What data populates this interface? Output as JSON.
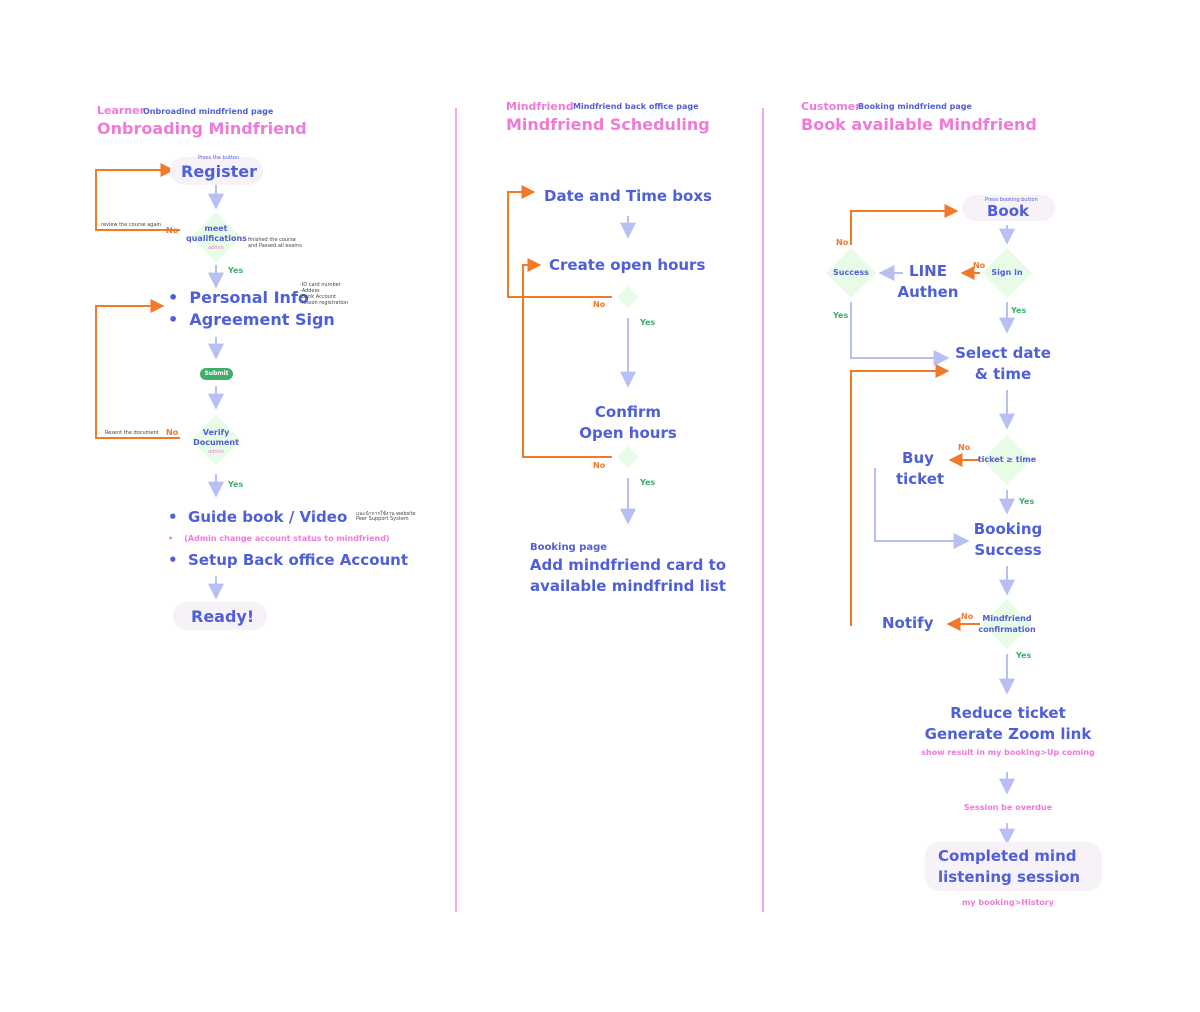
{
  "lanes": {
    "learner": {
      "role": "Learner",
      "page": "Onbroadind mindfriend page",
      "title": "Onbroading Mindfriend",
      "press_hint": "Press the button",
      "register": "Register",
      "decision_1": [
        "meet",
        "qualifications"
      ],
      "decision_1_admin": "admin",
      "decision_1_note": [
        "finished the course",
        "and Passed all exams"
      ],
      "review_note": "review the course again",
      "no": "No",
      "yes": "Yes",
      "personal_info": "Personal Info",
      "agreement": "Agreement Sign",
      "info_notes": [
        "-ID card number",
        "-Addess",
        "-Bank Account",
        "-lesson registration"
      ],
      "submit": "Submit",
      "decision_2": [
        "Verify",
        "Document"
      ],
      "decision_2_admin": "admin",
      "resent_note": "Resent the document",
      "guide": "Guide book / Video",
      "guide_notes": [
        "แนะนำการใช้งาน website",
        "Peer Support System"
      ],
      "admin_change": "(Admin change account status to mindfriend)",
      "setup": "Setup Back office Account",
      "ready": "Ready!"
    },
    "mindfriend": {
      "role": "Mindfriend",
      "page": "Mindfriend back office page",
      "title": "Mindfriend Scheduling",
      "date_time": "Date and Time boxs",
      "create_open": "Create open hours",
      "no": "No",
      "yes": "Yes",
      "confirm": [
        "Confirm",
        "Open hours"
      ],
      "booking_page": "Booking page",
      "add_card": [
        "Add mindfriend card to",
        "available mindfrind list"
      ]
    },
    "customer": {
      "role": "Customer",
      "page": "Booking mindfriend page",
      "title": "Book available Mindfriend",
      "press_hint": "Press booking button",
      "book": "Book",
      "sign_in": "Sign in",
      "line_authen": [
        "LINE",
        "Authen"
      ],
      "success": "Success",
      "no": "No",
      "yes": "Yes",
      "select_date": [
        "Select date",
        "& time"
      ],
      "ticket_check": "ticket ≥ time",
      "buy_ticket": [
        "Buy",
        "ticket"
      ],
      "booking_success": [
        "Booking",
        "Success"
      ],
      "notify": "Notify",
      "mf_confirm": [
        "Mindfriend",
        "confirmation"
      ],
      "reduce": [
        "Reduce ticket",
        "Generate Zoom link"
      ],
      "show_result": "show result in my booking>Up coming",
      "overdue": "Session be overdue",
      "completed": [
        "Completed mind",
        "listening session"
      ],
      "history": "my booking>History"
    }
  },
  "colors": {
    "blue": "#4f5fd8",
    "pink": "#f07ad8",
    "orange": "#f07a2a",
    "green": "#3fae6a",
    "arrow": "#b8bff2",
    "diamond": "#e8fbe6",
    "pill": "#f7f1f8",
    "divider": "#f5a6ee"
  }
}
